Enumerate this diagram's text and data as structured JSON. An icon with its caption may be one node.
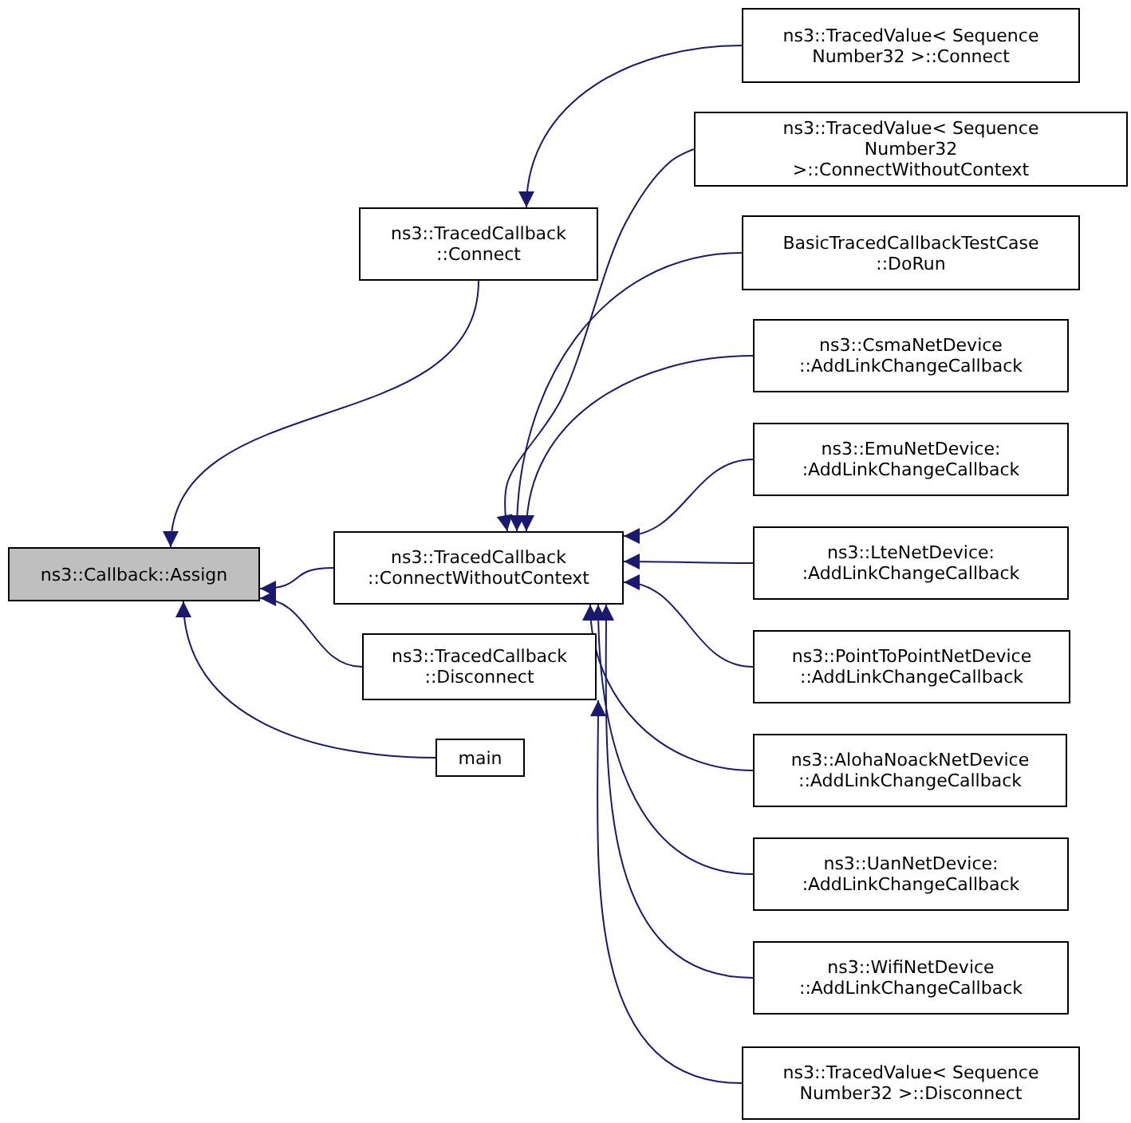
{
  "diagram": {
    "nodes": [
      {
        "text": [
          "ns3::Callback::Assign"
        ]
      },
      {
        "text": [
          "ns3::TracedCallback ::Connect"
        ]
      },
      {
        "text": [
          "ns3::TracedCallback ::ConnectWithoutContext"
        ]
      },
      {
        "text": [
          "ns3::TracedCallback ::Disconnect"
        ]
      },
      {
        "text": [
          "main"
        ]
      },
      {
        "text": [
          "ns3::TracedValue< Sequence Number32 >::Connect"
        ]
      },
      {
        "text": [
          "ns3::TracedValue< Sequence Number32 >::ConnectWithoutContext"
        ]
      },
      {
        "text": [
          "BasicTracedCallbackTestCase ::DoRun"
        ]
      },
      {
        "text": [
          "ns3::CsmaNetDevice ::AddLinkChangeCallback"
        ]
      },
      {
        "text": [
          "ns3::EmuNetDevice: :AddLinkChangeCallback"
        ]
      },
      {
        "text": [
          "ns3::LteNetDevice: :AddLinkChangeCallback"
        ]
      },
      {
        "text": [
          "ns3::PointToPointNetDevice ::AddLinkChangeCallback"
        ]
      },
      {
        "text": [
          "ns3::AlohaNoackNetDevice ::AddLinkChangeCallback"
        ]
      },
      {
        "text": [
          "ns3::UanNetDevice: :AddLinkChangeCallback"
        ]
      },
      {
        "text": [
          "ns3::WifiNetDevice ::AddLinkChangeCallback"
        ]
      },
      {
        "text": [
          "ns3::TracedValue< Sequence Number32 >::Disconnect"
        ]
      }
    ],
    "edges": [
      {
        "from": 1,
        "to": 0,
        "arrow": "to"
      },
      {
        "from": 2,
        "to": 0,
        "arrow": "to"
      },
      {
        "from": 3,
        "to": 0,
        "arrow": "to"
      },
      {
        "from": 4,
        "to": 0,
        "arrow": "to"
      },
      {
        "from": 5,
        "to": 1,
        "arrow": "to"
      },
      {
        "from": 6,
        "to": 2,
        "arrow": "to"
      },
      {
        "from": 7,
        "to": 2,
        "arrow": "to"
      },
      {
        "from": 8,
        "to": 2,
        "arrow": "to"
      },
      {
        "from": 9,
        "to": 2,
        "arrow": "to"
      },
      {
        "from": 10,
        "to": 2,
        "arrow": "to"
      },
      {
        "from": 11,
        "to": 2,
        "arrow": "to"
      },
      {
        "from": 12,
        "to": 2,
        "arrow": "to"
      },
      {
        "from": 13,
        "to": 2,
        "arrow": "to"
      },
      {
        "from": 14,
        "to": 2,
        "arrow": "to"
      },
      {
        "from": 15,
        "to": 3,
        "arrow": "to"
      }
    ]
  }
}
